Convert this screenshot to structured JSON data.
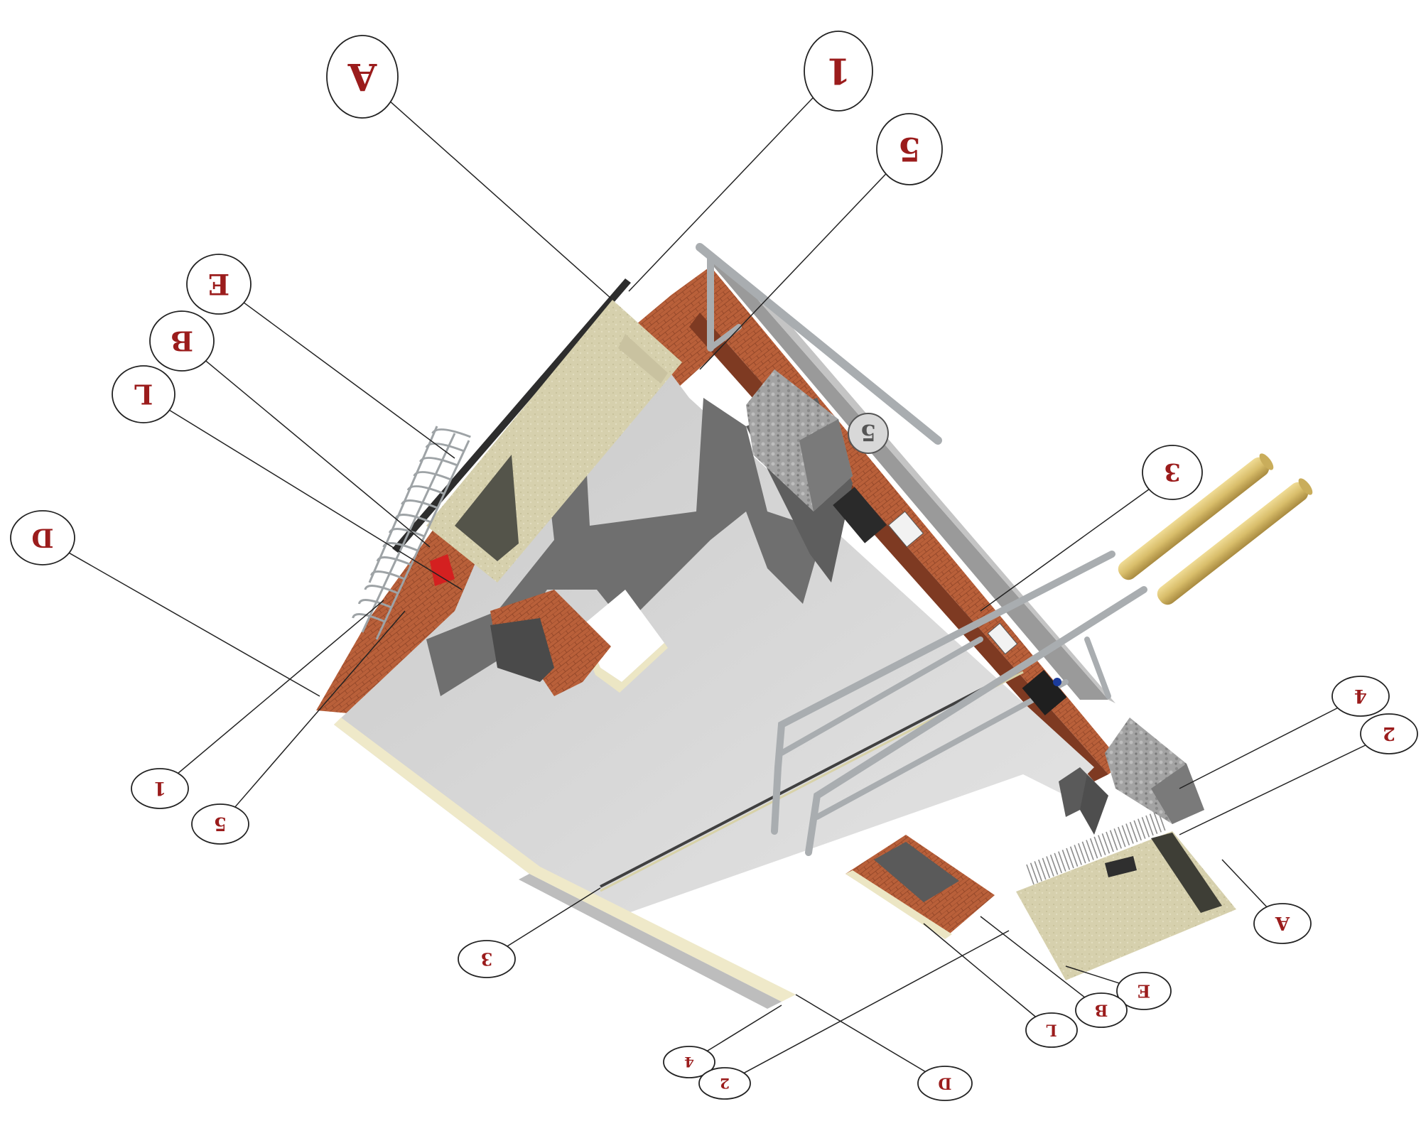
{
  "colors": {
    "label": "#9b1c1c",
    "brick": "#b9603a",
    "brick_dark": "#7e3a22",
    "slab": "#d6d6d6",
    "slab_shadow": "#8a8a8a",
    "parapet": "#d7d2b0",
    "stone": "#9c9c9c",
    "pipe": "#a9adb0",
    "chimney_pot": "#e1c777",
    "leader": "#222222"
  },
  "callouts": [
    {
      "id": "A-top",
      "text": "A"
    },
    {
      "id": "1-top",
      "text": "1"
    },
    {
      "id": "5-top",
      "text": "5"
    },
    {
      "id": "E-left",
      "text": "E"
    },
    {
      "id": "B-left",
      "text": "B"
    },
    {
      "id": "L-left",
      "text": "L"
    },
    {
      "id": "D-left",
      "text": "D"
    },
    {
      "id": "3-right",
      "text": "3"
    },
    {
      "id": "4-right",
      "text": "4"
    },
    {
      "id": "2-right",
      "text": "2"
    },
    {
      "id": "A-right",
      "text": "A"
    },
    {
      "id": "1-bl",
      "text": "1"
    },
    {
      "id": "5-bl",
      "text": "5"
    },
    {
      "id": "3-bottom",
      "text": "3"
    },
    {
      "id": "E-bottom",
      "text": "E"
    },
    {
      "id": "B-bottom",
      "text": "B"
    },
    {
      "id": "L-bottom",
      "text": "L"
    },
    {
      "id": "4-bottom",
      "text": "4"
    },
    {
      "id": "2-bottom",
      "text": "2"
    },
    {
      "id": "D-bottom",
      "text": "D"
    }
  ],
  "inline_labels": [
    {
      "id": "5-wall",
      "text": "5"
    }
  ]
}
